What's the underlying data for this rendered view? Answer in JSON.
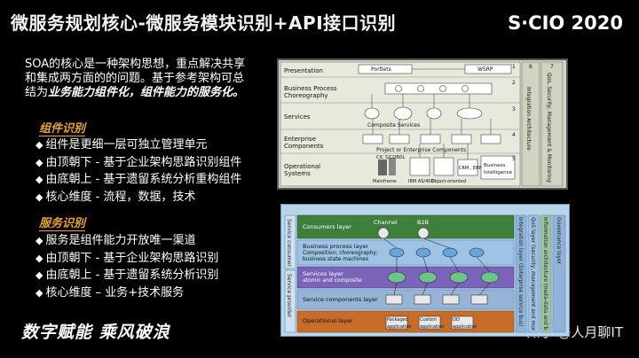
{
  "header": {
    "title": "微服务规划核心-微服务模块识别+API接口识别",
    "brand": "S·CIO 2020"
  },
  "intro": {
    "line1": "SOA的核心是一种架构思想，重点解决共享",
    "line2": "和集成两方面的的问题。基于参考架构可总",
    "line3_prefix": "结为",
    "line3_em": "业务能力组件化，组件能力的服务化。"
  },
  "section1": {
    "title": "组件识别",
    "items": [
      "组件是更细一层可独立管理单元",
      "由顶朝下 - 基于企业架构思路识别组件",
      "由底朝上 - 基于遗留系统分析重构组件",
      "核心维度 - 流程，数据，技术"
    ]
  },
  "section2": {
    "title": "服务识别",
    "items": [
      "服务是组件能力开放唯一渠道",
      "由顶朝下 - 基于企业架构思路识别",
      "由底朝上 - 基于遗留系统分析识别",
      "核心维度 – 业务+技术服务"
    ]
  },
  "footer": {
    "slogan": "数字赋能  乘风破浪",
    "watermark": "知乎 @人月聊IT"
  },
  "diagram_top": {
    "layers": [
      "Presentation",
      "Business Process Choreography",
      "Services",
      "Enterprise Components",
      "Operational Systems"
    ],
    "labels": {
      "portlets": "Portlets",
      "wsrp": "WSRP",
      "composite": "Composite Services",
      "project": "Project or Enterprise Components",
      "cics": "CIC S/COBOL",
      "mainframe": "Mainframe",
      "ibm": "IBM AS/400",
      "oo": "Object-oriented",
      "crm": "CRM , ERP",
      "bi": "Business Intelligence",
      "integration": "Integration Architecture",
      "qos": "Qos, Security, Management & Monitoring"
    },
    "numbers": [
      "1",
      "2",
      "3",
      "4",
      "5",
      "6",
      "7"
    ]
  },
  "diagram_bottom": {
    "layers": [
      {
        "label": "Consumers layer",
        "color": "#3f7f3c"
      },
      {
        "label": "Business process layer",
        "sub1": "Composition; choreography;",
        "sub2": "business state machines",
        "color": "#9ec3e4"
      },
      {
        "label": "Services layer",
        "sub1": "atomic and composite",
        "color": "#7a63b8"
      },
      {
        "label": "Service components layer",
        "color": "#95b4d6"
      },
      {
        "label": "Operational layer",
        "color": "#c86c2a"
      }
    ],
    "labels": {
      "channel": "Channel",
      "b2b": "B2B",
      "packaged": "Packaged application",
      "custom": "Custom application",
      "oo": "OO application",
      "consumer": "Service consumer",
      "provider": "Service provider",
      "integration": "Integration layer (Enterprise service bus)",
      "governance": "Governance layer",
      "info": "Information architecture (meta-data and business intelligence)",
      "qos": "QoS layer (security, management and monitoring infrastructure services)"
    }
  }
}
